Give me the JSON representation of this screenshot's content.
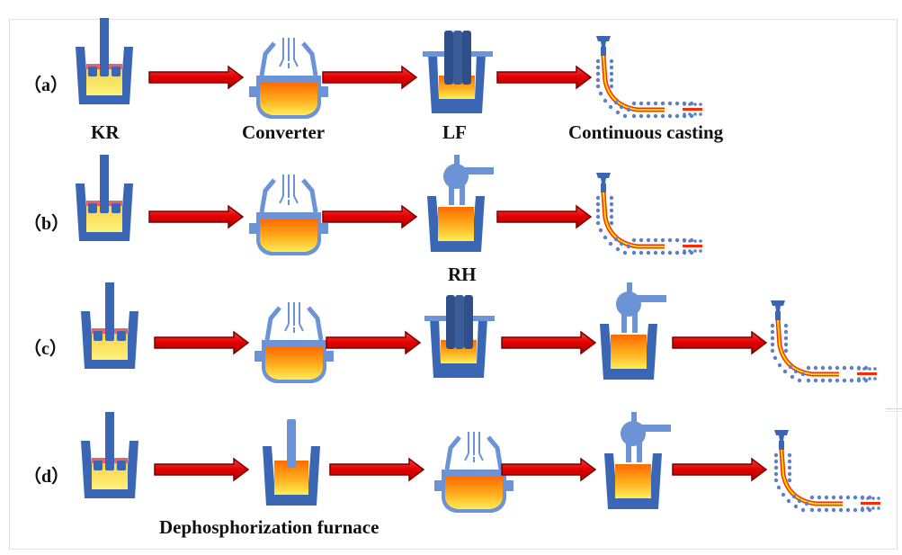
{
  "rows": [
    {
      "label": "（a）",
      "stations": [
        "KR",
        "Converter",
        "LF",
        "Continuous casting"
      ],
      "station_labels": [
        "KR",
        "Converter",
        "LF",
        "Continuous casting"
      ]
    },
    {
      "label": "（b）",
      "stations": [
        "KR",
        "Converter",
        "RH",
        "Continuous casting"
      ],
      "station_labels": [
        "",
        "",
        "RH",
        ""
      ]
    },
    {
      "label": "（c）",
      "stations": [
        "KR",
        "Converter",
        "LF",
        "RH",
        "Continuous casting"
      ],
      "station_labels": [
        "",
        "",
        "",
        "",
        ""
      ]
    },
    {
      "label": "（d）",
      "stations": [
        "KR",
        "Dephosphorization furnace",
        "Converter",
        "RH",
        "Continuous casting"
      ],
      "station_labels": [
        "",
        "Dephosphorization furnace",
        "",
        "",
        ""
      ]
    }
  ],
  "colors": {
    "vessel": "#3b66b3",
    "vessel_light": "#6b93d6",
    "arrow_fill": "#ff0000",
    "arrow_stroke": "#7a0000",
    "melt_top": "#ff7a00",
    "melt_bottom": "#ffe840",
    "slag": "#f06060",
    "strand_outer": "#ff2a00",
    "strand_inner": "#ffe000",
    "roller": "#5b7fc8"
  }
}
